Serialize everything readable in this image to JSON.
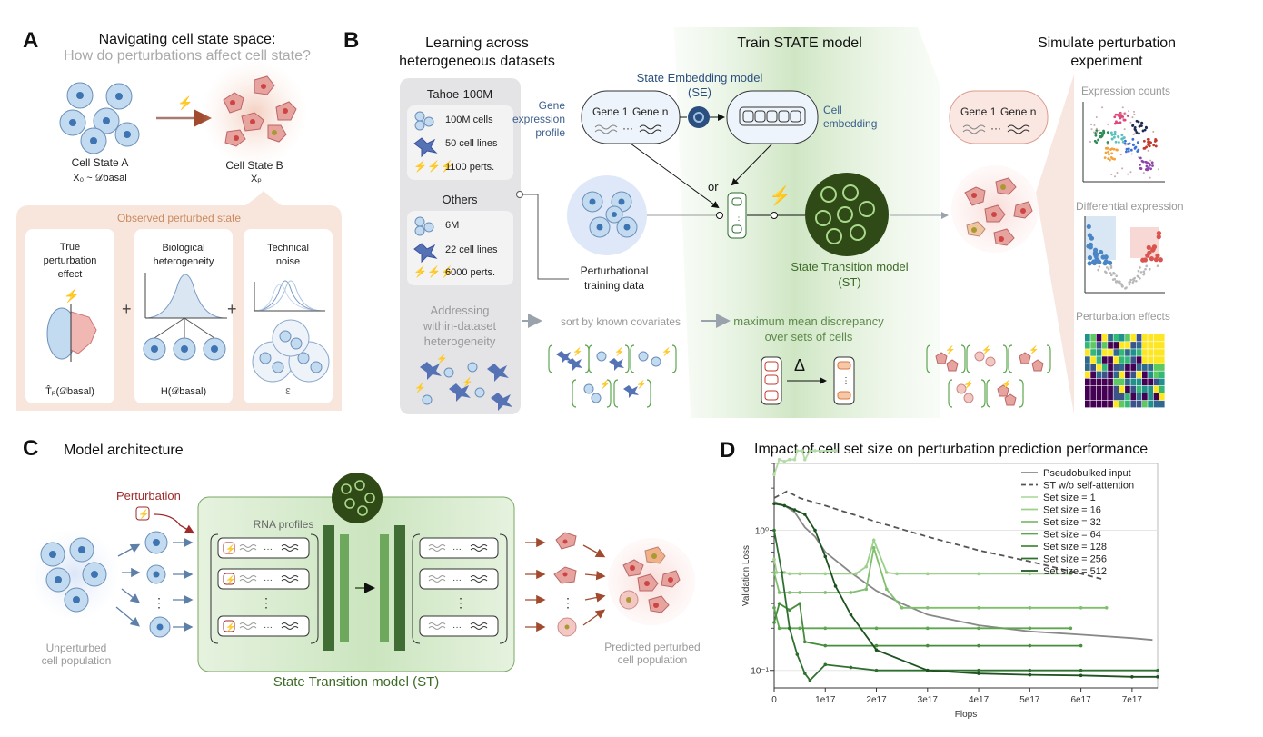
{
  "panel_a": {
    "label": "A",
    "title": "Navigating cell state space:",
    "subtitle": "How do perturbations affect cell state?",
    "state_a": "Cell State A",
    "state_a_formula": "X₀ ~ 𝒟basal",
    "state_b": "Cell State B",
    "state_b_formula": "Xₚ",
    "observed": "Observed perturbed state",
    "true_effect": [
      "True",
      "perturbation",
      "effect"
    ],
    "bio": [
      "Biological",
      "heterogeneity"
    ],
    "tech": [
      "Technical",
      "noise"
    ],
    "f1": "T̂ₚ(𝒟basal)",
    "f2": "H(𝒟basal)",
    "f3": "ε",
    "plus": "+"
  },
  "panel_b": {
    "label": "B",
    "col1_title": [
      "Learning across",
      "heterogeneous datasets"
    ],
    "col2_title": "Train STATE model",
    "col3_title": [
      "Simulate perturbation",
      "experiment"
    ],
    "tahoe": {
      "name": "Tahoe-100M",
      "rows": [
        "100M cells",
        "50 cell lines",
        "1100 perts."
      ]
    },
    "others": {
      "name": "Others",
      "rows": [
        "6M",
        "22 cell lines",
        "6000 perts."
      ]
    },
    "addressing": [
      "Addressing",
      "within-dataset",
      "heterogeneity"
    ],
    "sort": "sort by known covariates",
    "mmd": [
      "maximum mean discrepancy",
      "over sets of cells"
    ],
    "se_title": [
      "State Embedding model",
      "(SE)"
    ],
    "gene_expr": [
      "Gene",
      "expression",
      "profile"
    ],
    "gene1": "Gene 1",
    "dots": "···",
    "genen": "Gene n",
    "cell_emb": [
      "Cell",
      "embedding"
    ],
    "or": "or",
    "pert_data": [
      "Perturbational",
      "training data"
    ],
    "st": [
      "State Transition model",
      "(ST)"
    ],
    "delta": "Δ",
    "expr_counts": "Expression counts",
    "diff_expr": "Differential expression",
    "pert_effects": "Perturbation effects"
  },
  "panel_c": {
    "label": "C",
    "title": "Model architecture",
    "perturbation": "Perturbation",
    "rna": "RNA profiles",
    "unperturbed": [
      "Unperturbed",
      "cell population"
    ],
    "st": "State Transition model (ST)",
    "predicted": [
      "Predicted perturbed",
      "cell population"
    ]
  },
  "panel_d": {
    "label": "D",
    "title": "Impact of cell set size on perturbation prediction performance"
  },
  "colors": {
    "peach_bg": "#f8e6dc",
    "panel_gray": "#e4e4e6",
    "green_band": "#d9ecd2",
    "blue_cell": "#bcd8ee",
    "dark_green": "#2f4a16",
    "red_cell": "#e8a8a4",
    "st_line": "#2d6a2d"
  },
  "chart_data": {
    "type": "line",
    "title": "Impact of cell set size on perturbation prediction performance",
    "xlabel": "Flops",
    "ylabel": "Validation Loss",
    "xlim": [
      0,
      7.5e+17
    ],
    "ylim": [
      0.075,
      3.0
    ],
    "yscale": "log",
    "xticks": [
      "0",
      "1e17",
      "2e17",
      "3e17",
      "4e17",
      "5e17",
      "6e17",
      "7e17"
    ],
    "yticks": [
      "10⁰",
      "10⁻¹"
    ],
    "grid": true,
    "legend_position": "top-right",
    "series": [
      {
        "name": "Pseudobulked input",
        "color": "#888888",
        "dash": "solid",
        "x": [
          0.0,
          2e+16,
          4e+16,
          6e+16,
          8e+16,
          1e+17,
          1.5e+17,
          2e+17,
          2.5e+17,
          3e+17,
          4e+17,
          5e+17,
          6e+17,
          7e+17,
          7.4e+17
        ],
        "y": [
          1.6,
          1.5,
          1.35,
          1.05,
          0.9,
          0.7,
          0.5,
          0.37,
          0.3,
          0.25,
          0.21,
          0.19,
          0.18,
          0.17,
          0.165
        ]
      },
      {
        "name": "ST w/o self-attention",
        "color": "#555555",
        "dash": "dashed",
        "x": [
          0.0,
          2.5e+16,
          5e+16,
          1e+17,
          2e+17,
          3e+17,
          4e+17,
          5e+17,
          6e+17,
          6.4e+17
        ],
        "y": [
          1.7,
          1.9,
          1.7,
          1.5,
          1.15,
          0.9,
          0.72,
          0.6,
          0.49,
          0.45
        ]
      },
      {
        "name": "Set size = 1",
        "color": "#b3dca4",
        "dash": "solid",
        "x": [
          0.0,
          1e+16,
          2e+16,
          3e+16,
          4e+16,
          4.5e+16,
          5.5e+16,
          6e+16,
          7e+16,
          8e+16,
          1.2e+17
        ],
        "y": [
          2.5,
          3.2,
          3.1,
          3.2,
          3.2,
          3.7,
          3.7,
          3.2,
          3.7,
          3.7,
          3.7
        ]
      },
      {
        "name": "Set size = 16",
        "color": "#9dd08c",
        "dash": "solid",
        "x": [
          0.0,
          5000000000000000.0,
          2e+16,
          3e+16,
          5e+16,
          1e+17,
          1.6e+17,
          1.8e+17,
          1.95e+17,
          2.2e+17,
          2.4e+17,
          3e+17,
          4e+17,
          5e+17,
          5.8e+17
        ],
        "y": [
          0.62,
          0.5,
          0.5,
          0.49,
          0.49,
          0.49,
          0.49,
          0.55,
          0.85,
          0.5,
          0.49,
          0.49,
          0.49,
          0.49,
          0.49
        ]
      },
      {
        "name": "Set size = 32",
        "color": "#7fbf6e",
        "dash": "solid",
        "x": [
          0.0,
          1e+16,
          3e+16,
          5e+16,
          1e+17,
          1.5e+17,
          1.8e+17,
          1.95e+17,
          2.2e+17,
          2.5e+17,
          3e+17,
          4e+17,
          5e+17,
          6e+17,
          6.5e+17
        ],
        "y": [
          0.5,
          0.36,
          0.36,
          0.36,
          0.36,
          0.36,
          0.38,
          0.75,
          0.38,
          0.28,
          0.28,
          0.28,
          0.28,
          0.28,
          0.28
        ]
      },
      {
        "name": "Set size = 64",
        "color": "#5fa650",
        "dash": "solid",
        "x": [
          0.0,
          1e+16,
          3e+16,
          5e+16,
          1e+17,
          2e+17,
          3e+17,
          4e+17,
          5e+17,
          5.8e+17
        ],
        "y": [
          0.28,
          0.2,
          0.2,
          0.2,
          0.2,
          0.2,
          0.2,
          0.2,
          0.2,
          0.2
        ]
      },
      {
        "name": "Set size = 128",
        "color": "#478c3c",
        "dash": "solid",
        "x": [
          0.0,
          1e+16,
          3e+16,
          5e+16,
          6e+16,
          1e+17,
          2e+17,
          3e+17,
          4e+17,
          5e+17,
          6e+17
        ],
        "y": [
          0.22,
          0.3,
          0.27,
          0.3,
          0.16,
          0.15,
          0.15,
          0.15,
          0.15,
          0.15,
          0.15
        ]
      },
      {
        "name": "Set size = 256",
        "color": "#2f7030",
        "dash": "solid",
        "x": [
          0.0,
          1.5e+16,
          3e+16,
          4.5e+16,
          6e+16,
          7e+16,
          1e+17,
          1.5e+17,
          2e+17,
          3e+17,
          4e+17,
          5e+17,
          6e+17,
          7.5e+17
        ],
        "y": [
          1.0,
          0.5,
          0.2,
          0.13,
          0.095,
          0.085,
          0.11,
          0.105,
          0.1,
          0.1,
          0.1,
          0.1,
          0.1,
          0.1
        ]
      },
      {
        "name": "Set size = 512",
        "color": "#1e5220",
        "dash": "solid",
        "x": [
          0.0,
          2e+16,
          4e+16,
          6e+16,
          8e+16,
          1e+17,
          1.2e+17,
          1.5e+17,
          2e+17,
          3e+17,
          4e+17,
          5e+17,
          6e+17,
          7e+17,
          7.5e+17
        ],
        "y": [
          1.55,
          1.5,
          1.4,
          1.3,
          1.0,
          0.65,
          0.4,
          0.25,
          0.14,
          0.1,
          0.095,
          0.093,
          0.092,
          0.09,
          0.09
        ]
      }
    ]
  }
}
